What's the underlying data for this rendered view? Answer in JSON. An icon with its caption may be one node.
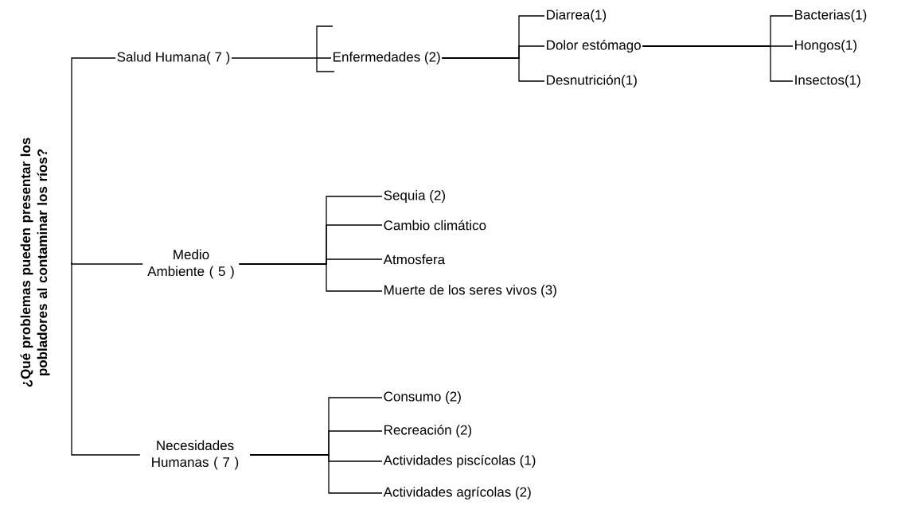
{
  "diagram": {
    "nodes": [
      {
        "text": [
          "¿Qué problemas pueden presentar los pobladores al contaminar los ríos?"
        ]
      },
      {
        "text": [
          "Salud Humana( 7 )"
        ]
      },
      {
        "text": [
          "Enfermedades (2)"
        ]
      },
      {
        "text": [
          "Diarrea(1)"
        ]
      },
      {
        "text": [
          "Dolor estómago"
        ]
      },
      {
        "text": [
          "Desnutrición(1)"
        ]
      },
      {
        "text": [
          "Bacterias(1)"
        ]
      },
      {
        "text": [
          "Hongos(1)"
        ]
      },
      {
        "text": [
          "Insectos(1)"
        ]
      },
      {
        "text": [
          "Medio Ambiente ( 5 )"
        ]
      },
      {
        "text": [
          "Sequia (2)"
        ]
      },
      {
        "text": [
          "Cambio climático"
        ]
      },
      {
        "text": [
          "Atmosfera"
        ]
      },
      {
        "text": [
          "Muerte de los seres vivos (3)"
        ]
      },
      {
        "text": [
          "Necesidades Humanas ( 7 )"
        ]
      },
      {
        "text": [
          "Consumo (2)"
        ]
      },
      {
        "text": [
          "Recreación (2)"
        ]
      },
      {
        "text": [
          "Actividades piscícolas (1)"
        ]
      },
      {
        "text": [
          "Actividades agrícolas (2)"
        ]
      }
    ],
    "edges": [
      {
        "from": 0,
        "to": 1,
        "arrow": "none"
      },
      {
        "from": 0,
        "to": 9,
        "arrow": "none"
      },
      {
        "from": 0,
        "to": 14,
        "arrow": "none"
      },
      {
        "from": 1,
        "to": 2,
        "arrow": "none"
      },
      {
        "from": 2,
        "to": 3,
        "arrow": "none"
      },
      {
        "from": 2,
        "to": 4,
        "arrow": "none"
      },
      {
        "from": 2,
        "to": 5,
        "arrow": "none"
      },
      {
        "from": 4,
        "to": 6,
        "arrow": "none"
      },
      {
        "from": 4,
        "to": 7,
        "arrow": "none"
      },
      {
        "from": 4,
        "to": 8,
        "arrow": "none"
      },
      {
        "from": 9,
        "to": 10,
        "arrow": "none"
      },
      {
        "from": 9,
        "to": 11,
        "arrow": "none"
      },
      {
        "from": 9,
        "to": 12,
        "arrow": "none"
      },
      {
        "from": 9,
        "to": 13,
        "arrow": "none"
      },
      {
        "from": 14,
        "to": 15,
        "arrow": "none"
      },
      {
        "from": 14,
        "to": 16,
        "arrow": "none"
      },
      {
        "from": 14,
        "to": 17,
        "arrow": "none"
      },
      {
        "from": 14,
        "to": 18,
        "arrow": "none"
      }
    ]
  }
}
